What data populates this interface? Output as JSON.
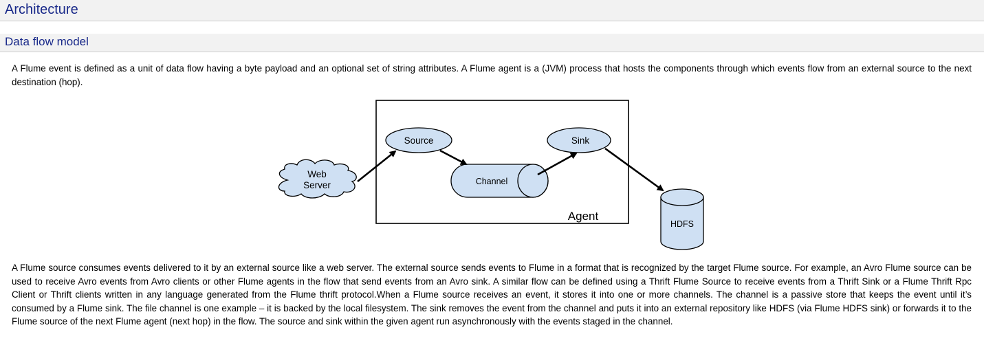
{
  "headings": {
    "section": "Architecture",
    "subsection": "Data flow model"
  },
  "paragraphs": {
    "intro": "A Flume event is defined as a unit of data flow having a byte payload and an optional set of string attributes. A Flume agent is a (JVM) process that hosts the components through which events flow from an external source to the next destination (hop).",
    "details": "A Flume source consumes events delivered to it by an external source like a web server. The external source sends events to Flume in a format that is recognized by the target Flume source. For example, an Avro Flume source can be used to receive Avro events from Avro clients or other Flume agents in the flow that send events from an Avro sink. A similar flow can be defined using a Thrift Flume Source to receive events from a Thrift Sink or a Flume Thrift Rpc Client or Thrift clients written in any language generated from the Flume thrift protocol.When a Flume source receives an event, it stores it into one or more channels. The channel is a passive store that keeps the event until it’s consumed by a Flume sink. The file channel is one example – it is backed by the local filesystem. The sink removes the event from the channel and puts it into an external repository like HDFS (via Flume HDFS sink) or forwards it to the Flume source of the next Flume agent (next hop) in the flow. The source and sink within the given agent run asynchronously with the events staged in the channel."
  },
  "diagram": {
    "web_server_line1": "Web",
    "web_server_line2": "Server",
    "source": "Source",
    "channel": "Channel",
    "sink": "Sink",
    "agent": "Agent",
    "hdfs": "HDFS",
    "fill_color": "#cfe0f3",
    "stroke_color": "#000000"
  }
}
